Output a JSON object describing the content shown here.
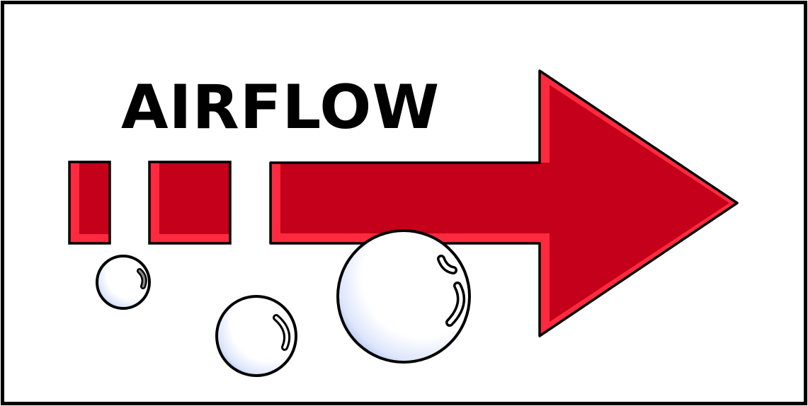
{
  "sign": {
    "title": "AIRFLOW",
    "arrow_direction": "right",
    "arrow_icon": "right-arrow-icon",
    "bubble_icon": "bubble-icon",
    "bubble_count": 3,
    "colors": {
      "arrow_fill": "#c4001a",
      "arrow_highlight": "#ff2a3f",
      "outline": "#000000",
      "background": "#ffffff",
      "bubble_shade": "#aabff0",
      "text": "#000000"
    }
  }
}
